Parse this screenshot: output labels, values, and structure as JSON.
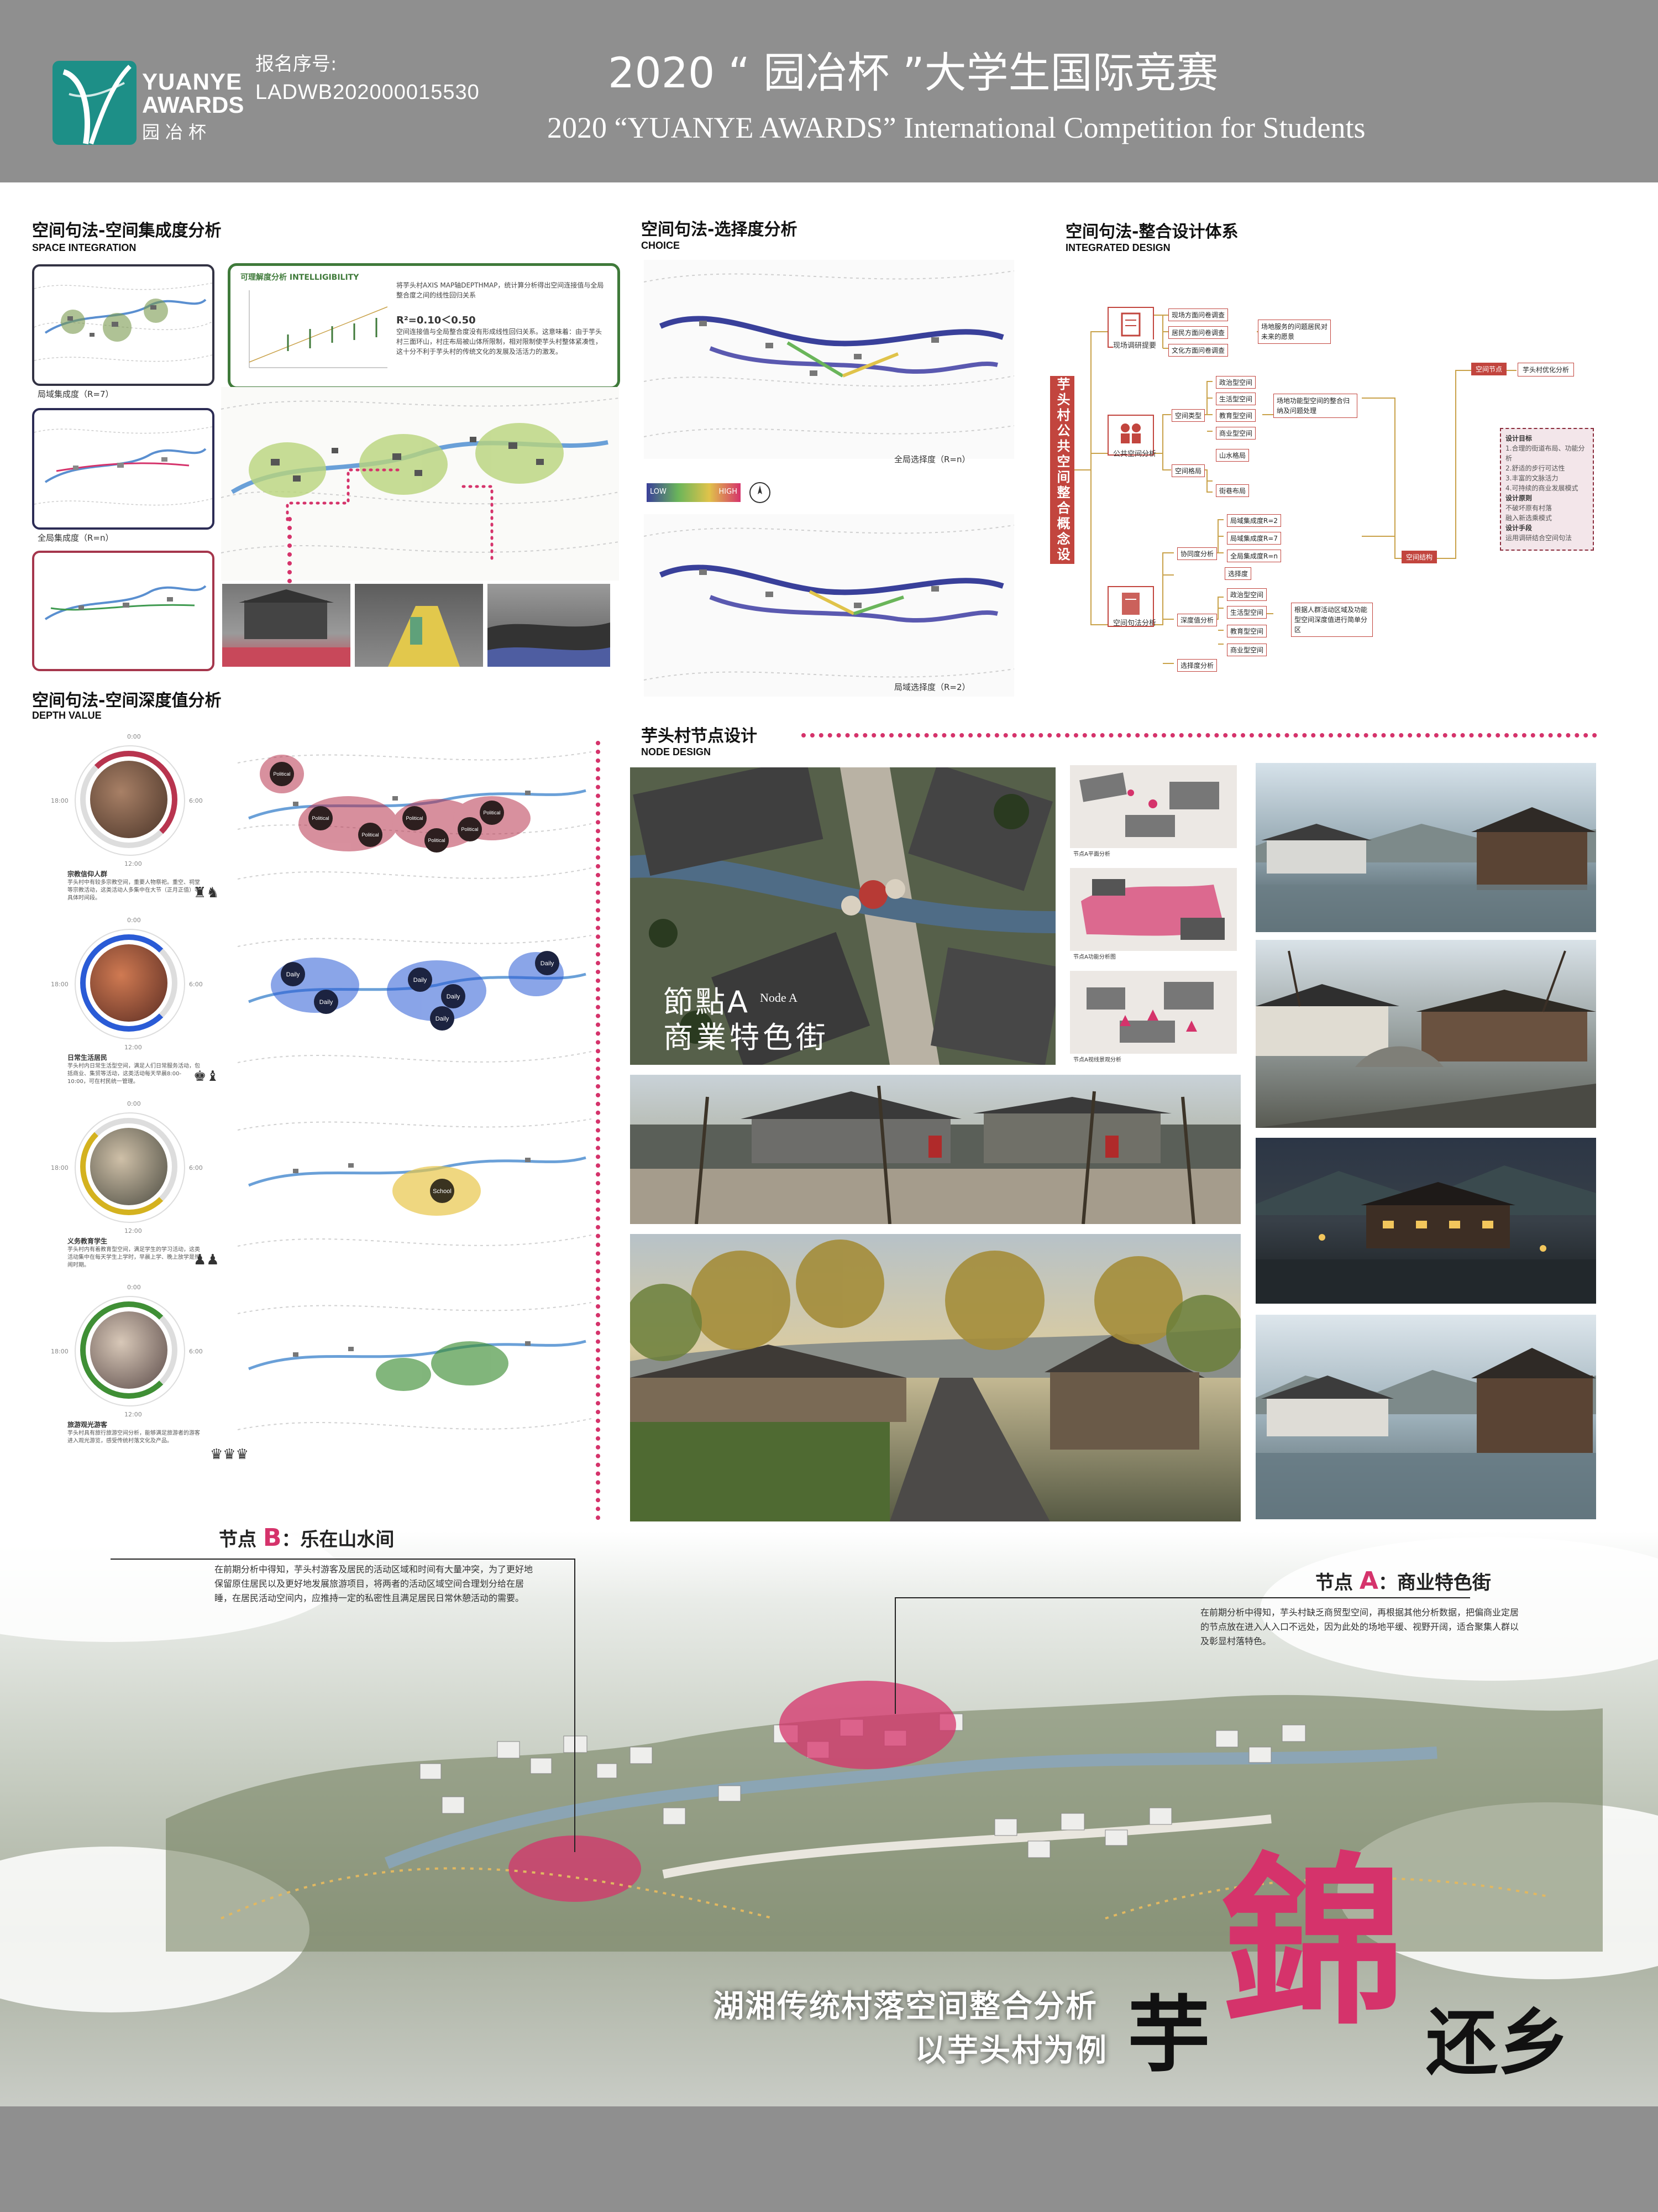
{
  "header": {
    "logo_line1": "YUANYE",
    "logo_line2": "AWARDS",
    "logo_cn": "园冶杯",
    "reg_label": "报名序号:",
    "reg_number": "LADWB202000015530",
    "title_cn": "2020 “ 园冶杯 ”大学生国际竞赛",
    "title_en": "2020 “YUANYE AWARDS” International Competition for  Students"
  },
  "integration": {
    "title": "空间句法-空间集成度分析",
    "subtitle": "SPACE INTEGRATION",
    "chart_title": "可理解度分析  INTELLIGIBILITY",
    "desc1": "将芋头村AXIS MAP轴DEPTHMAP，统计算分析得出空间连接值与全局整合度之间的线性回归关系",
    "formula": "R²=0.10＜0.50",
    "desc2": "空间连接值与全局整合度没有形成线性回归关系。这意味着：由于芋头村三面环山，村庄布局被山体所限制，相对限制使芋头村整体紧凑性，这十分不利于芋头村的传统文化的发展及活活力的激发。",
    "cap_local": "局域集成度（R=7）",
    "cap_global": "全局集成度（R=n）"
  },
  "choice": {
    "title": "空间句法-选择度分析",
    "subtitle": "CHOICE",
    "legend_low": "LOW",
    "legend_high": "HIGH",
    "cap_global": "全局选择度（R=n）",
    "cap_local": "局域选择度（R=2）"
  },
  "integrated": {
    "title": "空间句法-整合设计体系",
    "subtitle": "INTEGRATED DESIGN",
    "vertical_label": "芋头村公共空间整合概念设计体系",
    "l1": [
      "现场调研提要",
      "公共空间分析",
      "空间句法分析"
    ],
    "l2a": [
      "现场方面问卷调查",
      "居民方面问卷调查",
      "文化方面问卷调查"
    ],
    "l2b": [
      "空间类型",
      "空间格局"
    ],
    "l3b": [
      "政治型空间",
      "生活型空间",
      "教育型空间",
      "商业型空间",
      "山水格局",
      "街巷布局"
    ],
    "l2c": [
      "协同度分析",
      "选择度",
      "深度值分析",
      "选择度分析"
    ],
    "l3c1": [
      "局域集成度R=2",
      "局域集成度R=7",
      "全局集成度R=n"
    ],
    "l3c2": [
      "政治型空间",
      "生活型空间",
      "教育型空间",
      "商业型空间"
    ],
    "noteA": "场地服务的问题居民对未来的愿景",
    "noteB": "场地功能型空间的整合归纳及问题处理",
    "noteC": "根据人群活动区域及功能型空间深度值进行简单分区",
    "mid_tag": "空间结构",
    "top_tag": "空间节点",
    "top_right": "芋头村优化分析",
    "design_box": [
      "设计目标",
      "1.合理的街道布局、功能分析",
      "2.舒适的步行可达性",
      "3.丰富的文脉活力",
      "4.可持续的商业发展模式",
      "设计原则",
      "不破坏原有村落",
      "融入新选乘模式",
      "设计手段",
      "运用调研结合空间句法"
    ]
  },
  "depth": {
    "title": "空间句法-空间深度值分析",
    "subtitle": "DEPTH VALUE",
    "rows": [
      {
        "t0": "0:00",
        "t6": "6:00",
        "t12": "12:00",
        "t18": "18:00",
        "heading": "宗教信仰人群",
        "body": "芋头村中有较多宗教空间，重要人物祭祀。重空、祠堂等宗教活动，这类活动人多集中在大节（正月正值）等具体时间段。",
        "tag": "Political",
        "ring": "#b8344e"
      },
      {
        "t0": "0:00",
        "t6": "6:00",
        "t12": "12:00",
        "t18": "18:00",
        "heading": "日常生活居民",
        "body": "芋头村内日常生活型空间，满足人们日常服务活动，包括商业、集贸等活动，这类活动每天早晨8:00-10:00，可在村民统一管理。",
        "tag": "Daily",
        "ring": "#2a5bd6"
      },
      {
        "t0": "0:00",
        "t6": "6:00",
        "t12": "12:00",
        "t18": "18:00",
        "heading": "义务教育学生",
        "body": "芋头村内有着教育型空间，满足学生的学习活动，这类活动集中在每天学生上学时，早晨上学、晚上放学是热闹时期。",
        "tag": "School",
        "ring": "#d4b21f"
      },
      {
        "t0": "0:00",
        "t6": "6:00",
        "t12": "12:00",
        "t18": "18:00",
        "heading": "旅游观光游客",
        "body": "芋头村具有旅行旅游空间分析，能够满足旅游者的游客进入观光游览，感受传统村落文化及产品。",
        "tag": "",
        "ring": "#3f8f35"
      }
    ]
  },
  "node": {
    "title": "芋头村节点设计",
    "subtitle": "NODE DESIGN",
    "plan_label_cn1": "節點A",
    "plan_label_en": "Node A",
    "plan_label_cn2": "商業特色街",
    "thumb_caps": [
      "节点A平面分析",
      "节点A功能分析图",
      "节点A视线景观分析"
    ]
  },
  "bottom": {
    "nodeB_title_pre": "节点 ",
    "nodeB_letter": "B",
    "nodeB_title_post": "：乐在山水间",
    "nodeB_text": "在前期分析中得知，芋头村游客及居民的活动区域和时间有大量冲突，为了更好地保留原住居民以及更好地发展旅游项目，将两者的活动区域空间合理划分给在居睡，在居民活动空间内，应推持一定的私密性且满足居民日常休憩活动的需要。",
    "nodeA_title_pre": "节点 ",
    "nodeA_letter": "A",
    "nodeA_title_post": "：商业特色街",
    "nodeA_text": "在前期分析中得知，芋头村缺乏商贸型空间，再根据其他分析数据，把偏商业定居的节点放在进入人入口不远处，因为此处的场地平缓、视野开阔，适合聚集人群以及彰显村落特色。",
    "slogan1": "湖湘传统村落空间整合分析",
    "slogan2": "以芋头村为例",
    "big1": "芋",
    "big2": "錦",
    "big3": "还乡"
  },
  "colors": {
    "accent_red": "#d5336b",
    "header_grey": "#8f8f8f",
    "logo_teal": "#1d8f87",
    "chart_green": "#3f7a3a"
  }
}
